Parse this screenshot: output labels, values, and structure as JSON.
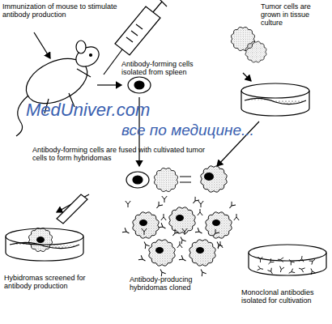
{
  "diagram": {
    "labels": [
      "Immunization of mouse to stimulate antibody production",
      "Antibody-forming cells isolated from spleen",
      "Tumor cells are grown in tissue culture",
      "MedUniver.com",
      "все по медицине...",
      "Antibody-forming cells are fused with cultivated tumor cells to form hybridomas",
      "Hybidromas screened for antibody production",
      "Antibody-producing hybridomas cloned",
      "Monoclonal antibodies isolated for cultivation"
    ]
  }
}
